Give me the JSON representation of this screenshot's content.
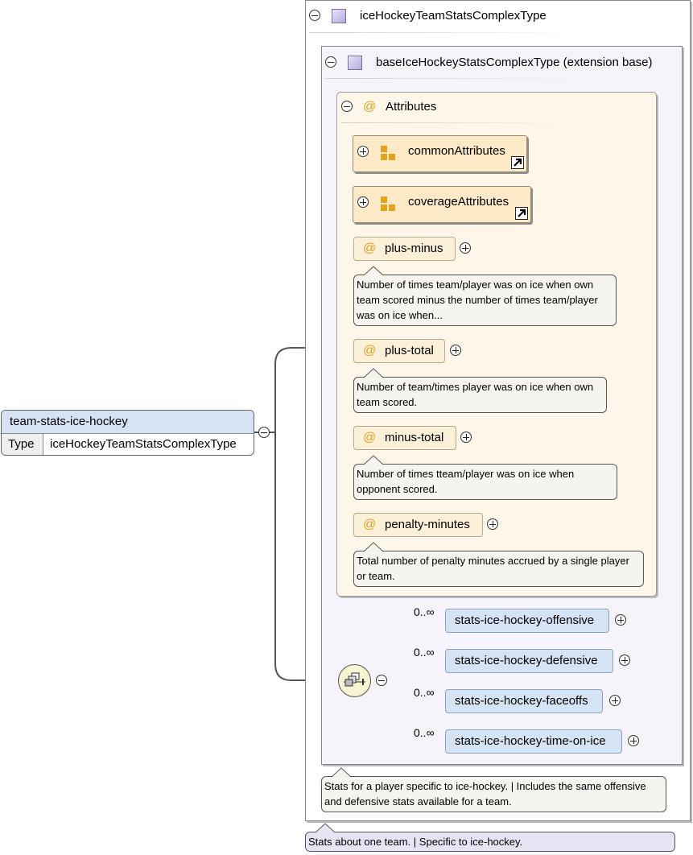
{
  "root": {
    "name": "team-stats-ice-hockey",
    "type_label": "Type",
    "type_value": "iceHockeyTeamStatsComplexType"
  },
  "complex_type": {
    "name": "iceHockeyTeamStatsComplexType",
    "doc": "Stats about one team. | Specific to ice-hockey."
  },
  "extension": {
    "name": "baseIceHockeyStatsComplexType (extension base)",
    "doc": "Stats for a player specific to ice-hockey. | Includes the same offensive and defensive stats available for a team."
  },
  "attributes": {
    "label": "Attributes",
    "groups": [
      {
        "name": "commonAttributes"
      },
      {
        "name": "coverageAttributes"
      }
    ],
    "items": [
      {
        "name": "plus-minus",
        "doc": "Number of times team/player was on ice when own team scored minus the number of times team/player was on ice when..."
      },
      {
        "name": "plus-total",
        "doc": "Number of team/times player was on ice when own team scored."
      },
      {
        "name": "minus-total",
        "doc": "Number of times tteam/player was on ice when opponent scored."
      },
      {
        "name": "penalty-minutes",
        "doc": "Total number of penalty minutes accrued by a single player or team."
      }
    ]
  },
  "sequence": {
    "elements": [
      {
        "name": "stats-ice-hockey-offensive",
        "occurrence": "0..∞"
      },
      {
        "name": "stats-ice-hockey-defensive",
        "occurrence": "0..∞"
      },
      {
        "name": "stats-ice-hockey-faceoffs",
        "occurrence": "0..∞"
      },
      {
        "name": "stats-ice-hockey-time-on-ice",
        "occurrence": "0..∞"
      }
    ]
  },
  "colors": {
    "element_fill": "#d5e3f5",
    "attribute_fill": "#fdf0d8",
    "attributes_panel": "#fdf6e9",
    "extension_panel": "#f6f4fa",
    "doc_type_note": "#e9e4f4"
  }
}
